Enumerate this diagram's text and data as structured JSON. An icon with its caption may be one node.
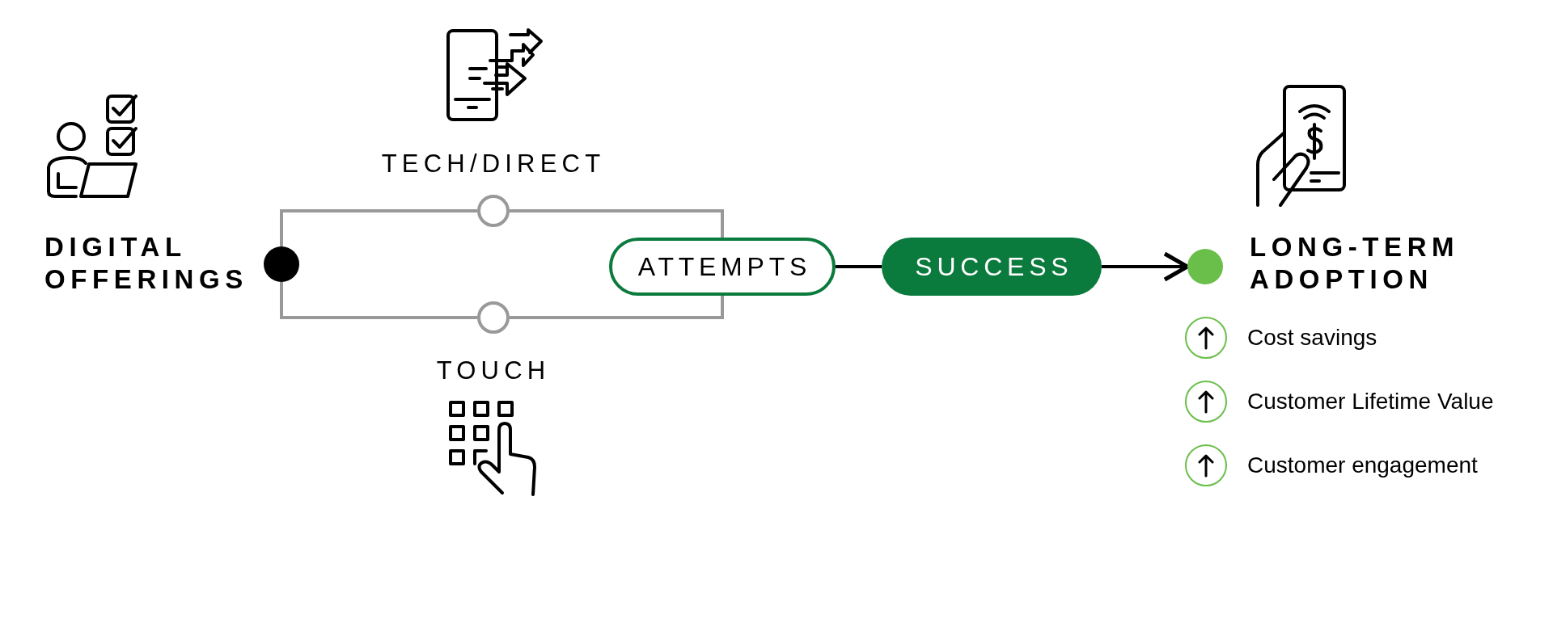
{
  "diagram": {
    "nodes": [
      {
        "text": [],
        "shape": "circle",
        "beside": [
          "DIGITAL OFFERINGS"
        ]
      },
      {
        "text": [],
        "shape": "circle",
        "beside": [
          "TECH/DIRECT"
        ]
      },
      {
        "text": [],
        "shape": "circle",
        "beside": [
          "TOUCH"
        ]
      },
      {
        "text": [
          "ATTEMPTS"
        ]
      },
      {
        "text": [
          "SUCCESS"
        ]
      },
      {
        "text": [],
        "shape": "circle",
        "beside": [
          "LONG-TERM ADOPTION"
        ]
      }
    ],
    "edges": [
      {
        "from": 0,
        "to": 1,
        "arrow": "none",
        "color": "#999999"
      },
      {
        "from": 0,
        "to": 2,
        "arrow": "none",
        "color": "#999999"
      },
      {
        "from": 1,
        "to": 3,
        "arrow": "none",
        "color": "#999999"
      },
      {
        "from": 2,
        "to": 3,
        "arrow": "none",
        "color": "#999999"
      },
      {
        "from": 3,
        "to": 4,
        "arrow": "none",
        "color": "#000000"
      },
      {
        "from": 4,
        "to": 5,
        "arrow": "to",
        "color": "#000000"
      }
    ],
    "labels": [
      "Cost savings",
      "Customer Lifetime Value",
      "Customer engagement"
    ]
  }
}
